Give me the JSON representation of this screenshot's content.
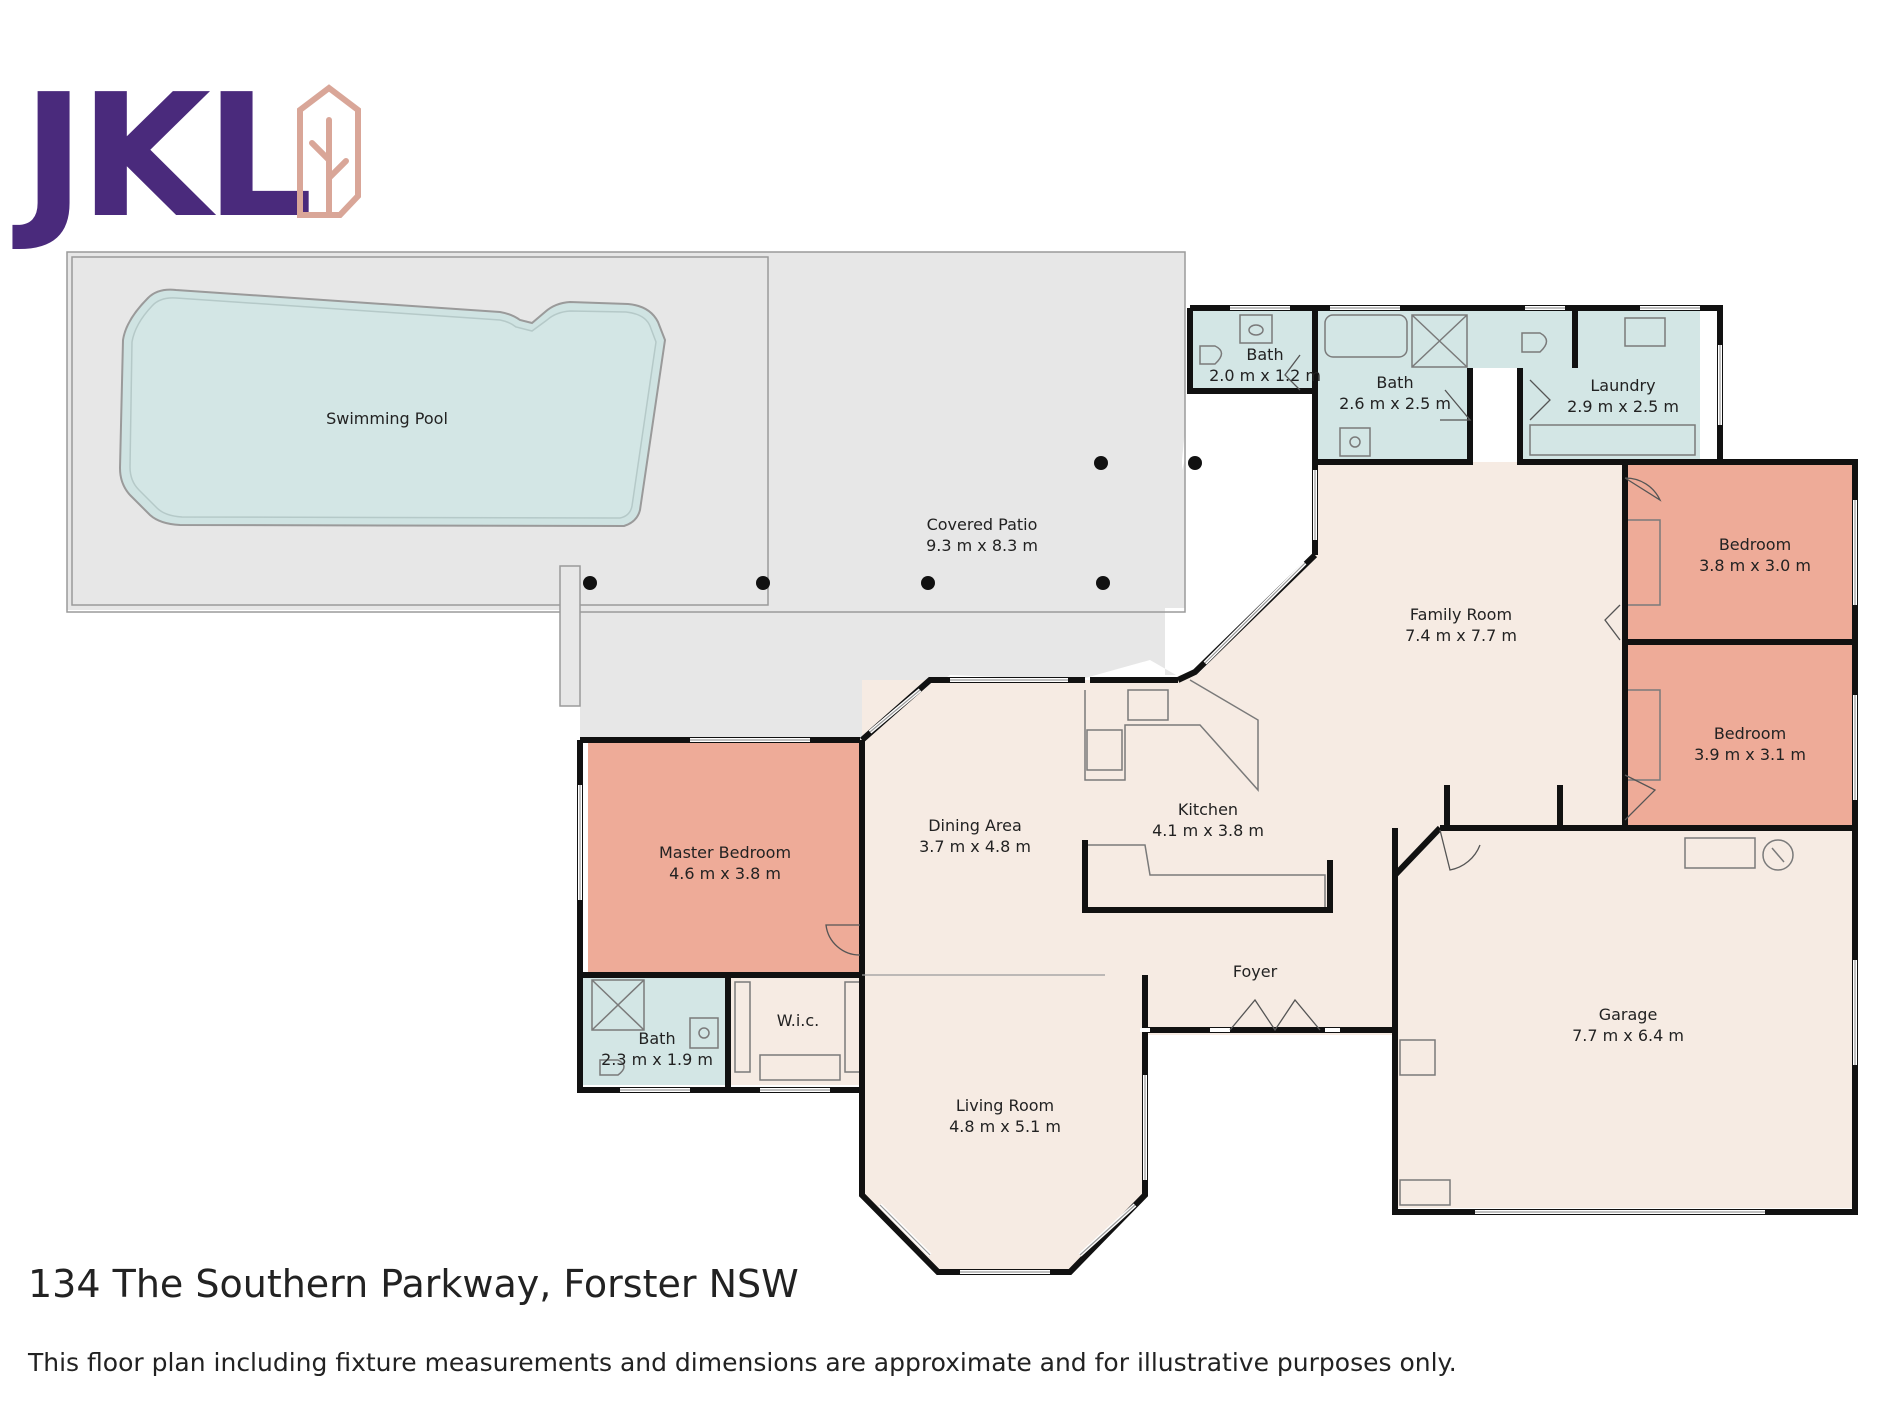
{
  "logo": {
    "text": "JKL"
  },
  "address": "134 The Southern Parkway, Forster NSW",
  "disclaimer": "This floor plan including fixture measurements and dimensions are approximate and for illustrative purposes only.",
  "colors": {
    "logo_purple": "#4a2a7c",
    "logo_pink": "#d9a698",
    "bedroom": "#eeab98",
    "wet_area": "#d3e6e5",
    "living": "#f6ebe3",
    "patio": "#e7e7e7",
    "pool": "#d0e4e2",
    "wall": "#111111"
  },
  "rooms": [
    {
      "id": "swimming-pool",
      "name": "Swimming Pool",
      "dims": ""
    },
    {
      "id": "covered-patio",
      "name": "Covered Patio",
      "dims": "9.3 m x 8.3 m"
    },
    {
      "id": "bath-small",
      "name": "Bath",
      "dims": "2.0 m x 1.2 m"
    },
    {
      "id": "bath-main",
      "name": "Bath",
      "dims": "2.6 m x 2.5 m"
    },
    {
      "id": "laundry",
      "name": "Laundry",
      "dims": "2.9 m x 2.5 m"
    },
    {
      "id": "bedroom-2",
      "name": "Bedroom",
      "dims": "3.8 m x 3.0 m"
    },
    {
      "id": "bedroom-3",
      "name": "Bedroom",
      "dims": "3.9 m x 3.1 m"
    },
    {
      "id": "family-room",
      "name": "Family Room",
      "dims": "7.4 m x 7.7 m"
    },
    {
      "id": "kitchen",
      "name": "Kitchen",
      "dims": "4.1 m x 3.8 m"
    },
    {
      "id": "dining-area",
      "name": "Dining Area",
      "dims": "3.7 m x 4.8 m"
    },
    {
      "id": "master-bedroom",
      "name": "Master Bedroom",
      "dims": "4.6 m x 3.8 m"
    },
    {
      "id": "ensuite",
      "name": "Bath",
      "dims": "2.3 m x 1.9 m"
    },
    {
      "id": "wic",
      "name": "W.i.c.",
      "dims": ""
    },
    {
      "id": "foyer",
      "name": "Foyer",
      "dims": ""
    },
    {
      "id": "living-room",
      "name": "Living Room",
      "dims": "4.8 m x 5.1 m"
    },
    {
      "id": "garage",
      "name": "Garage",
      "dims": "7.7 m x 6.4 m"
    }
  ]
}
